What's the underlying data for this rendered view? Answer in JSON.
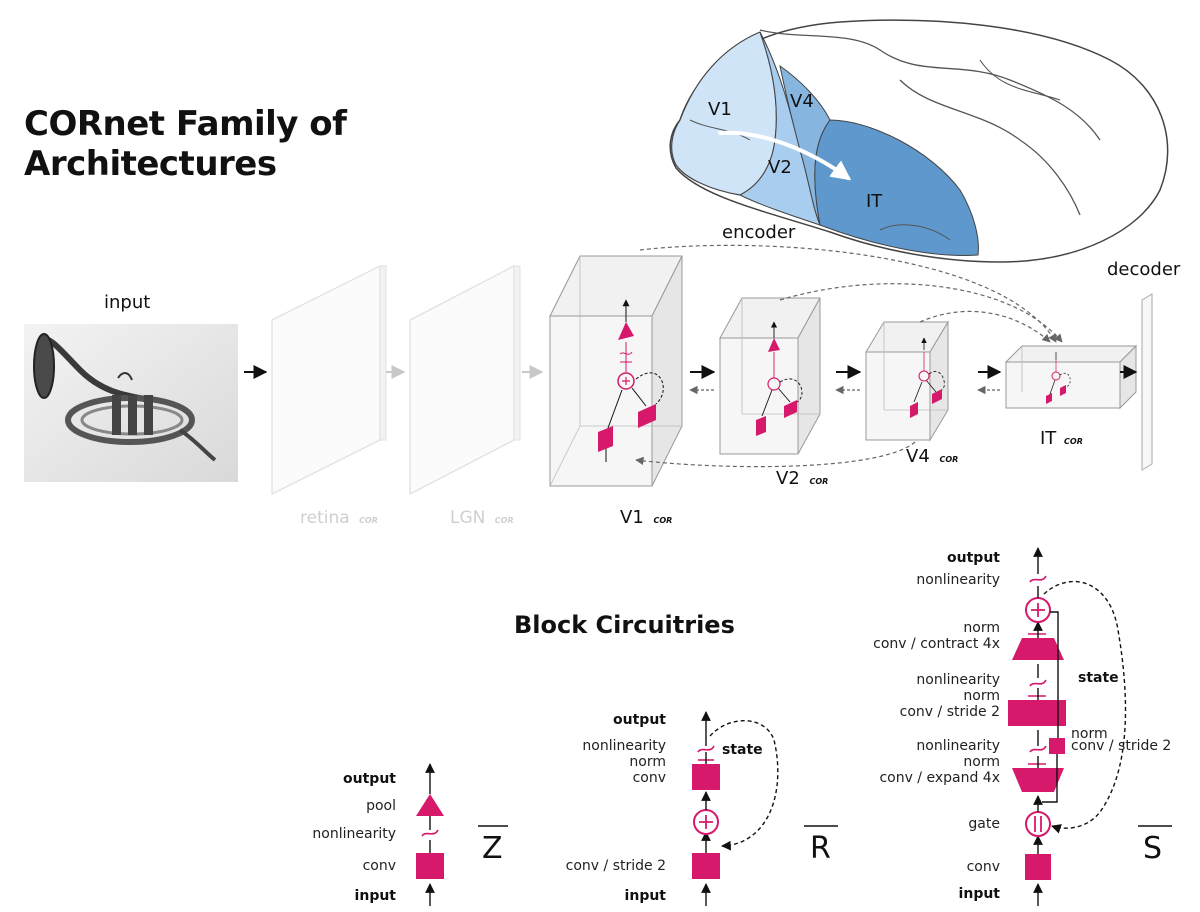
{
  "title": "CORnet Family of Architectures",
  "brain": {
    "v1": "V1",
    "v2": "V2",
    "v4": "V4",
    "it": "IT"
  },
  "pipeline": {
    "input": "input",
    "encoder": "encoder",
    "decoder": "decoder",
    "retina": "retina",
    "lgn": "LGN",
    "v1": "V1",
    "v2": "V2",
    "v4": "V4",
    "it": "IT",
    "cor": "COR"
  },
  "block_title": "Block Circuitries",
  "z_block": {
    "letter": "Z",
    "output": "output",
    "pool": "pool",
    "nonlinearity": "nonlinearity",
    "conv": "conv",
    "input": "input"
  },
  "r_block": {
    "letter": "R",
    "output": "output",
    "nonlinearity": "nonlinearity",
    "norm": "norm",
    "conv": "conv",
    "state": "state",
    "conv_stride": "conv / stride 2",
    "input": "input"
  },
  "s_block": {
    "letter": "S",
    "output": "output",
    "nonlinearity_top": "nonlinearity",
    "norm_top": "norm",
    "contract": "conv / contract 4x",
    "nonlinearity_mid": "nonlinearity",
    "norm_mid": "norm",
    "stride_mid": "conv / stride 2",
    "norm_side": "norm",
    "stride_side": "conv / stride 2",
    "nonlinearity_low": "nonlinearity",
    "norm_low": "norm",
    "expand": "conv / expand 4x",
    "gate": "gate",
    "conv": "conv",
    "input": "input",
    "state": "state"
  },
  "colors": {
    "accent": "#d6196a",
    "brain_v1": "#cfe4f7",
    "brain_v2": "#a9cdee",
    "brain_v4": "#86b6e0",
    "brain_it": "#5f98cc"
  }
}
